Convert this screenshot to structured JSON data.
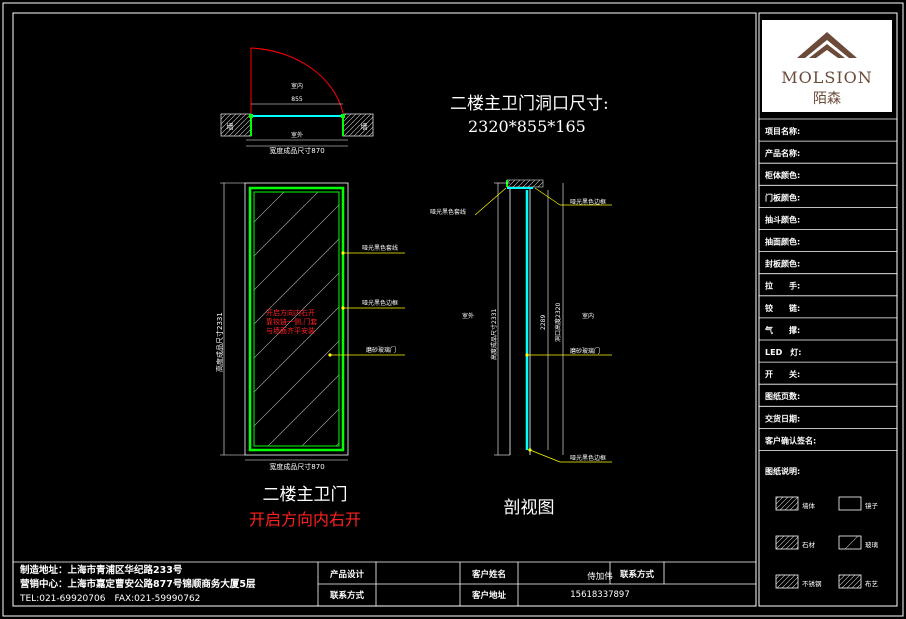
{
  "drawing": {
    "section_title": "二楼主卫门洞口尺寸:",
    "section_dims": "2320*855*165",
    "elevation_title": "二楼主卫门",
    "open_direction": "开启方向内右开",
    "section_view_label": "剖视图",
    "plan": {
      "indoor": "室内",
      "outdoor": "室外",
      "opening_width": "855",
      "wall_left": "墙",
      "wall_right": "墙",
      "overall_width": "宽度成品尺寸870"
    },
    "elevation": {
      "height_label": "高度成品尺寸2331",
      "width_label_bottom": "宽度成品尺寸870",
      "callout_cover": "哑光黑色套线",
      "callout_frame": "哑光黑色边框",
      "callout_glass": "磨砂玻璃门",
      "note": "开启方向内右开\n靠铰链一侧,门套\n与墙面齐平安装"
    },
    "section": {
      "outdoor": "室外",
      "indoor": "室内",
      "height_label": "高度成品尺寸2331",
      "dim_2289": "2289",
      "hole_height": "洞口高度2320",
      "callout_top_left": "哑光黑色套线",
      "callout_top_right": "哑光黑色边框",
      "callout_glass": "磨砂玻璃门",
      "callout_bottom": "哑光黑色边框"
    }
  },
  "title_block": {
    "brand": "MOLSION",
    "brand_cn": "陌森",
    "fields": [
      "项目名称:",
      "产品名称:",
      "柜体颜色:",
      "门板颜色:",
      "抽斗颜色:",
      "抽面颜色:",
      "封板颜色:",
      "拉　　手:",
      "铰　　链:",
      "气　　撑:",
      "LED　灯:",
      "开　　关:",
      "图纸页数:",
      "交货日期:",
      "客户确认签名:"
    ],
    "legend_title": "图纸说明:",
    "legend": [
      "墙体",
      "镜子",
      "石材",
      "玻璃",
      "不锈钢",
      "布艺"
    ]
  },
  "footer": {
    "address": "制造地址：上海市青浦区华纪路233号",
    "sales": "营销中心：上海市嘉定曹安公路877号锦顺商务大厦5层",
    "tel": "TEL:021-69920706　FAX:021-59990762",
    "designer_label": "产品设计",
    "contact_label": "联系方式",
    "client_name_label": "客户姓名",
    "client_name": "侍加伟",
    "client_contact_label": "联系方式",
    "client_address_label": "客户地址",
    "client_phone": "15618337897"
  },
  "colors": {
    "background": "#000000",
    "line": "#ffffff",
    "frame_green": "#00ff00",
    "glass_cyan": "#00ffff",
    "arc_red": "#ff0000",
    "leader_yellow": "#ffff00",
    "note_red": "#ff2020",
    "panel_white": "#ffffff",
    "brand_brown": "#6b4a3a"
  }
}
